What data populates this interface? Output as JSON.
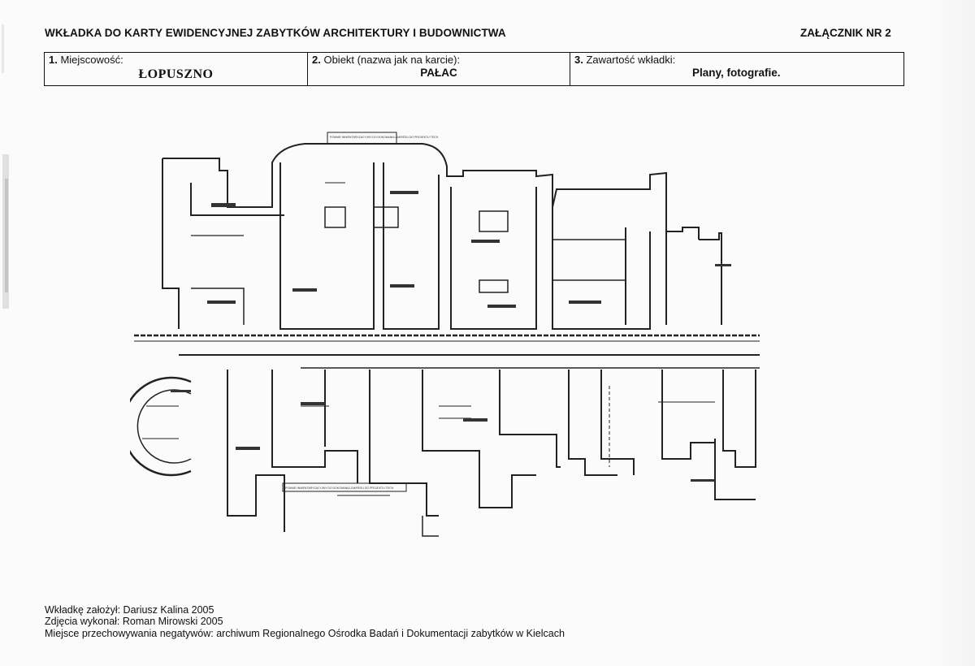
{
  "header": {
    "title": "WKŁADKA DO KARTY EWIDENCYJNEJ ZABYTKÓW ARCHITEKTURY I BUDOWNICTWA",
    "attachment": "ZAŁĄCZNIK NR 2"
  },
  "info": {
    "locality_label_num": "1.",
    "locality_label": "Miejscowość:",
    "locality_value": "ŁOPUSZNO",
    "object_label_num": "2.",
    "object_label": "Obiekt (nazwa jak na karcie):",
    "object_value": "PAŁAC",
    "contents_label_num": "3.",
    "contents_label": "Zawartość wkładki:",
    "contents_value": "Plany, fotografie."
  },
  "plan": {
    "note_top": "POMIAR INWENTARYZACYJNY DO DOKONANIA ZAKRESU DO PROJEKTU TECH.",
    "note_bottom": "POMIAR INWENTARYZACYJNY DO DOKONANIA ZAKRESU DO PROJEKTU TECH."
  },
  "footer": {
    "line1": "Wkładkę założył: Dariusz Kalina 2005",
    "line2": "Zdjęcia wykonał: Roman Mirowski 2005",
    "line3": "Miejsce przechowywania negatywów: archiwum Regionalnego Ośrodka Badań i Dokumentacji zabytków w Kielcach"
  }
}
